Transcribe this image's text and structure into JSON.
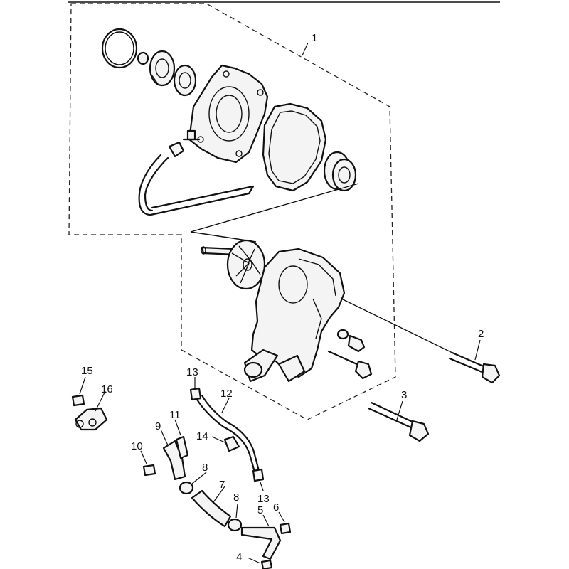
{
  "callouts": {
    "c1": "1",
    "c2": "2",
    "c3": "3",
    "c4": "4",
    "c5": "5",
    "c6": "6",
    "c7": "7",
    "c8a": "8",
    "c8b": "8",
    "c9": "9",
    "c10": "10",
    "c11": "11",
    "c12": "12",
    "c13a": "13",
    "c13b": "13",
    "c14": "14",
    "c15": "15",
    "c16": "16"
  },
  "colors": {
    "line": "#111111",
    "background": "#ffffff",
    "fill": "#f4f4f4"
  }
}
